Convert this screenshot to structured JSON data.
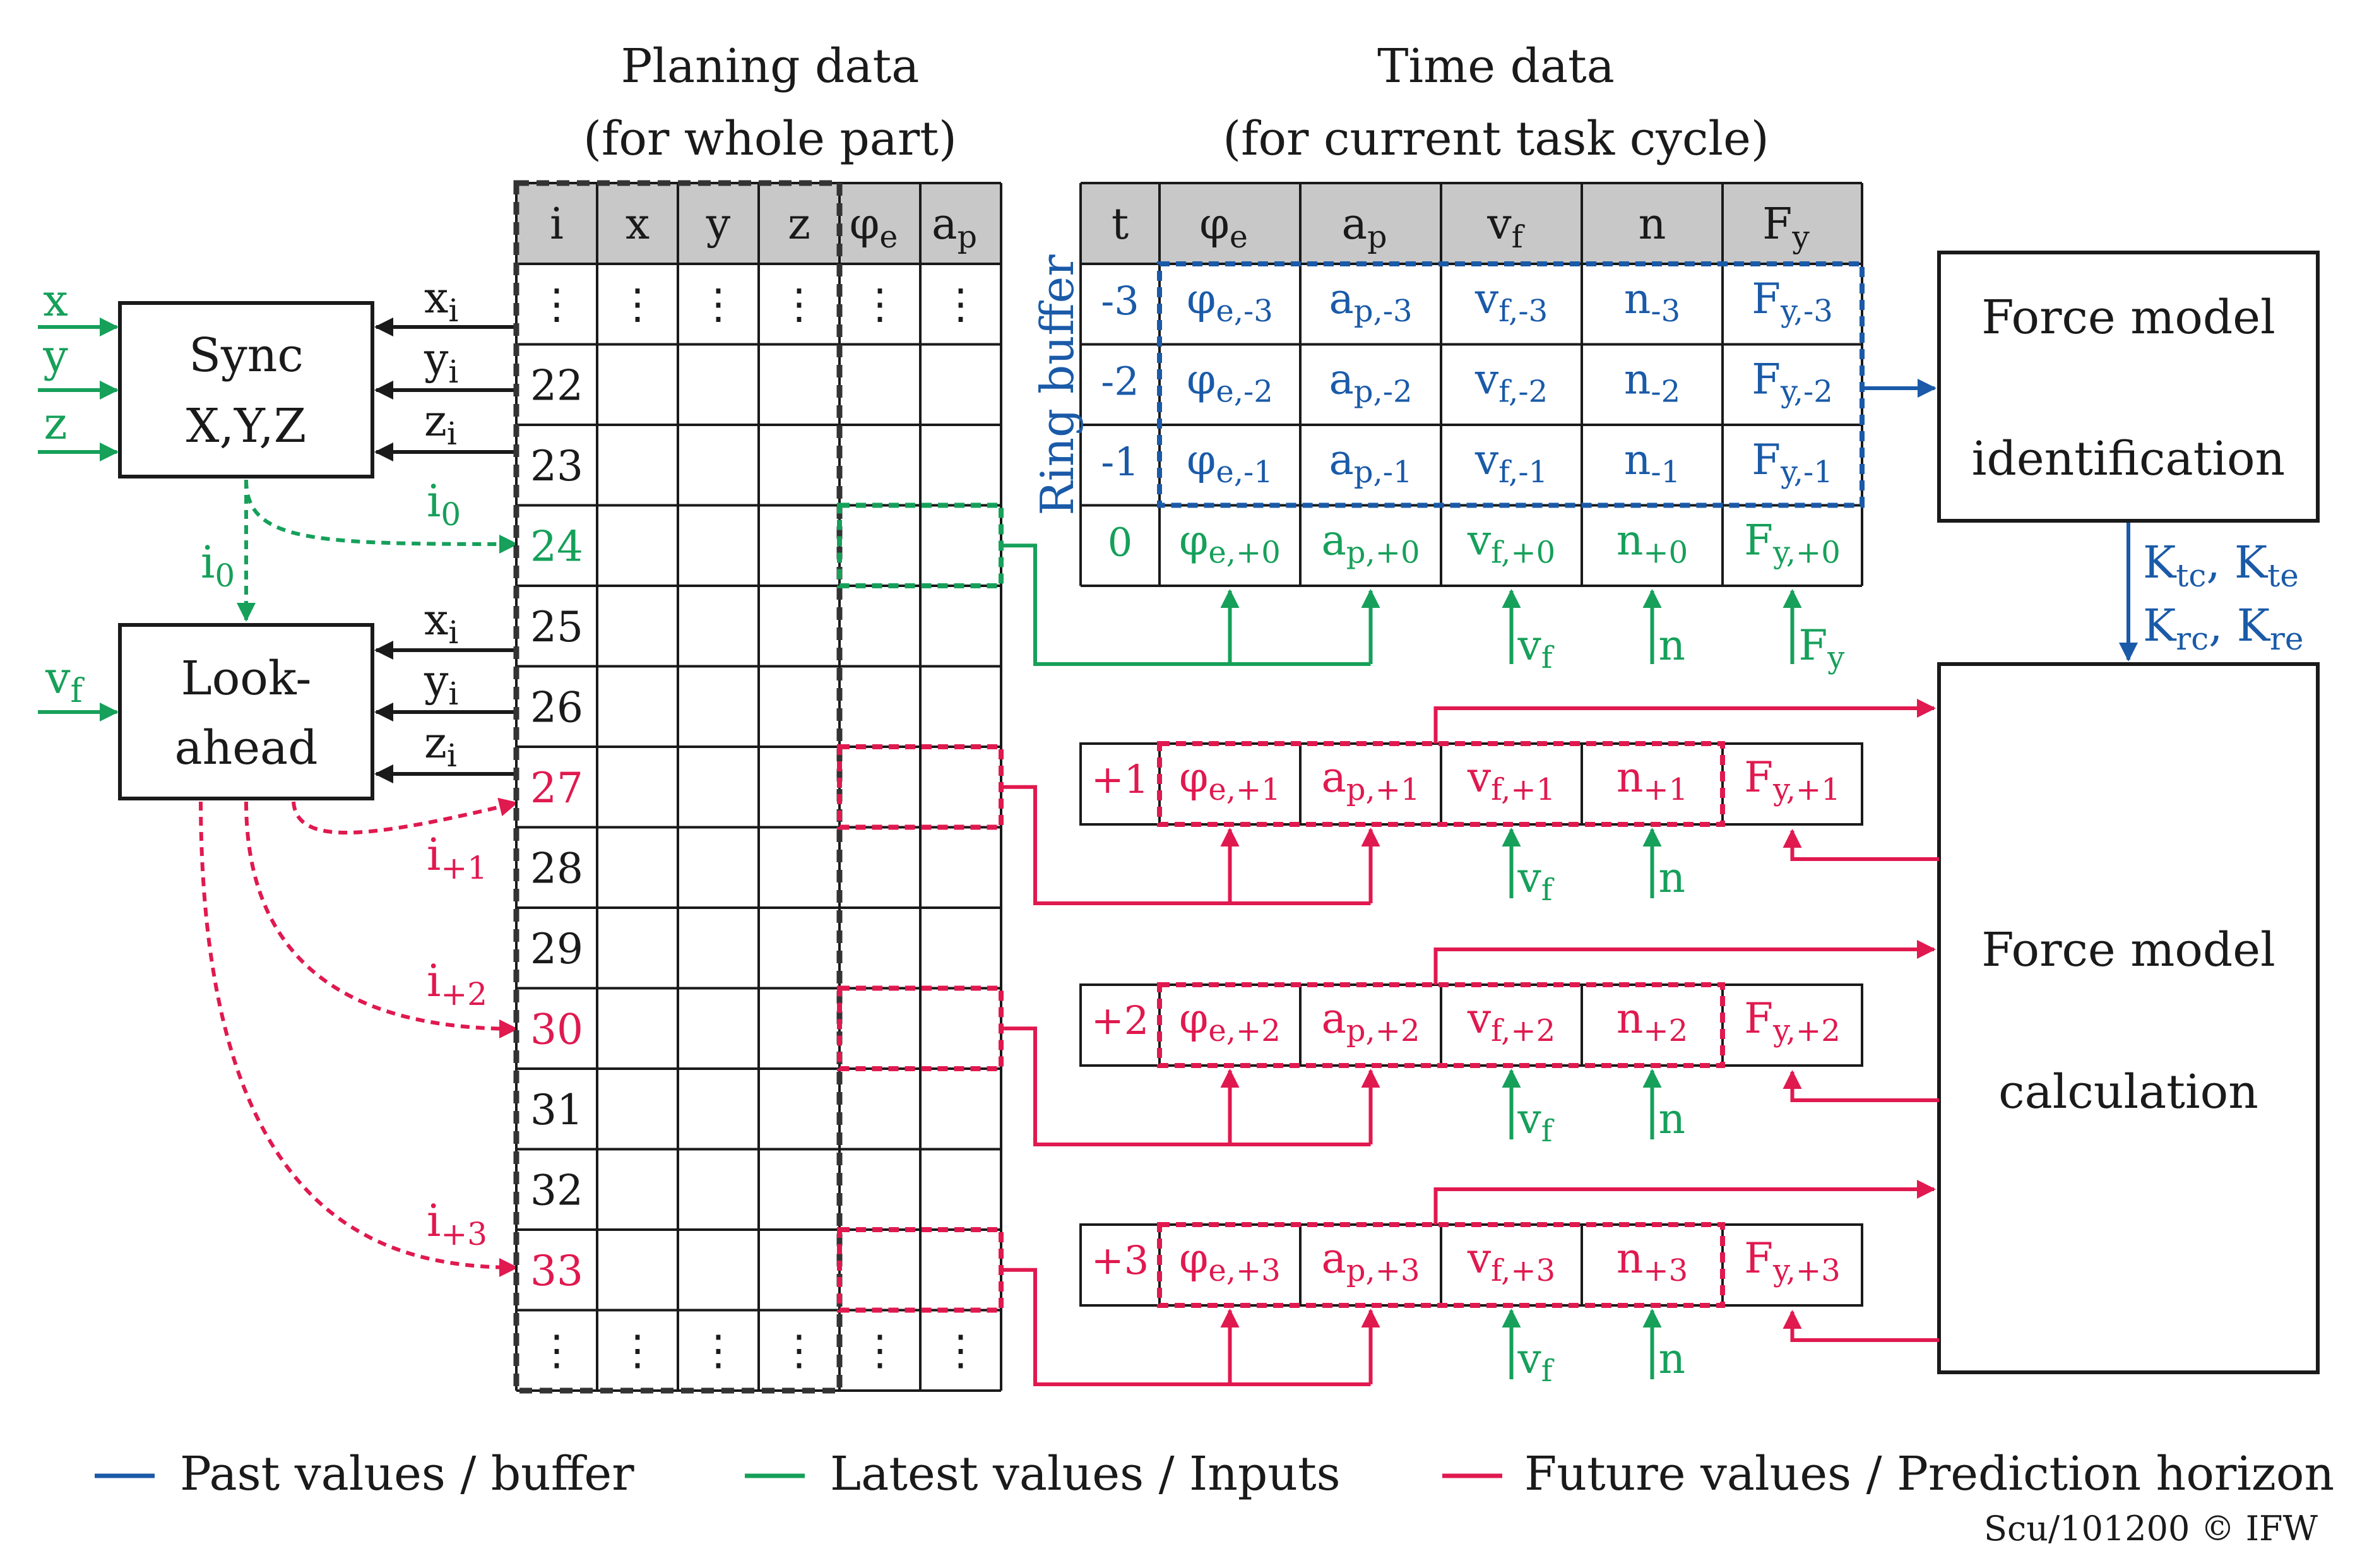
{
  "colors": {
    "past": "#1a5aa8",
    "latest": "#16a05a",
    "future": "#e0194f",
    "black": "#1a1a1a",
    "header_fill": "#c8c8c8"
  },
  "titles": {
    "planning_line1": "Planing data",
    "planning_line2": "(for whole part)",
    "time_line1": "Time data",
    "time_line2": "(for current task cycle)"
  },
  "left": {
    "sync": {
      "line1": "Sync",
      "line2": "X,Y,Z"
    },
    "lookahead": {
      "line1": "Look-",
      "line2": "ahead"
    },
    "inputs": {
      "x": "x",
      "y": "y",
      "z": "z",
      "vf": "v",
      "vf_sub": "f"
    },
    "feeds": {
      "x": "x",
      "y": "y",
      "z": "z",
      "sub": "i"
    },
    "i_labels": {
      "base": "i",
      "s0": "0",
      "s1": "+1",
      "s2": "+2",
      "s3": "+3"
    }
  },
  "planning_table": {
    "headers": [
      {
        "b": "i",
        "s": ""
      },
      {
        "b": "x",
        "s": ""
      },
      {
        "b": "y",
        "s": ""
      },
      {
        "b": "z",
        "s": ""
      },
      {
        "b": "φ",
        "s": "e"
      },
      {
        "b": "a",
        "s": "p"
      }
    ],
    "ellipsis": "⋮",
    "rows": [
      "22",
      "23",
      "24",
      "25",
      "26",
      "27",
      "28",
      "29",
      "30",
      "31",
      "32",
      "33"
    ]
  },
  "time_table": {
    "headers": [
      {
        "b": "t",
        "s": ""
      },
      {
        "b": "φ",
        "s": "e"
      },
      {
        "b": "a",
        "s": "p"
      },
      {
        "b": "v",
        "s": "f"
      },
      {
        "b": "n",
        "s": ""
      },
      {
        "b": "F",
        "s": "y"
      }
    ],
    "ring_buffer_label": "Ring buffer",
    "rows": [
      {
        "t": "-3",
        "sub": "-3",
        "nsub": "-3"
      },
      {
        "t": "-2",
        "sub": "-2",
        "nsub": "-2"
      },
      {
        "t": "-1",
        "sub": "-1",
        "nsub": "-1"
      },
      {
        "t": "0",
        "sub": "+0",
        "nsub": "+0"
      }
    ],
    "bases": [
      "φ",
      "a",
      "v",
      "n",
      "F"
    ],
    "subs": [
      "e,",
      "p,",
      "f,",
      "",
      "y,"
    ],
    "future_rows": [
      {
        "t": "+1",
        "sub": "+1"
      },
      {
        "t": "+2",
        "sub": "+2"
      },
      {
        "t": "+3",
        "sub": "+3"
      }
    ]
  },
  "input_arrows": {
    "vf": "v",
    "vf_sub": "f",
    "n": "n",
    "Fy": "F",
    "Fy_sub": "y"
  },
  "right": {
    "identification": {
      "line1": "Force model",
      "line2": "identification"
    },
    "calculation": {
      "line1": "Force model",
      "line2": "calculation"
    },
    "coeff_line1": {
      "k1": "K",
      "k1s": "tc",
      "sep": ", ",
      "k2": "K",
      "k2s": "te"
    },
    "coeff_line2": {
      "k1": "K",
      "k1s": "rc",
      "sep": ", ",
      "k2": "K",
      "k2s": "re"
    }
  },
  "legend": {
    "past": "Past values / buffer",
    "latest": "Latest values / Inputs",
    "future": "Future values / Prediction horizon"
  },
  "credit": "Scu/101200 © IFW"
}
